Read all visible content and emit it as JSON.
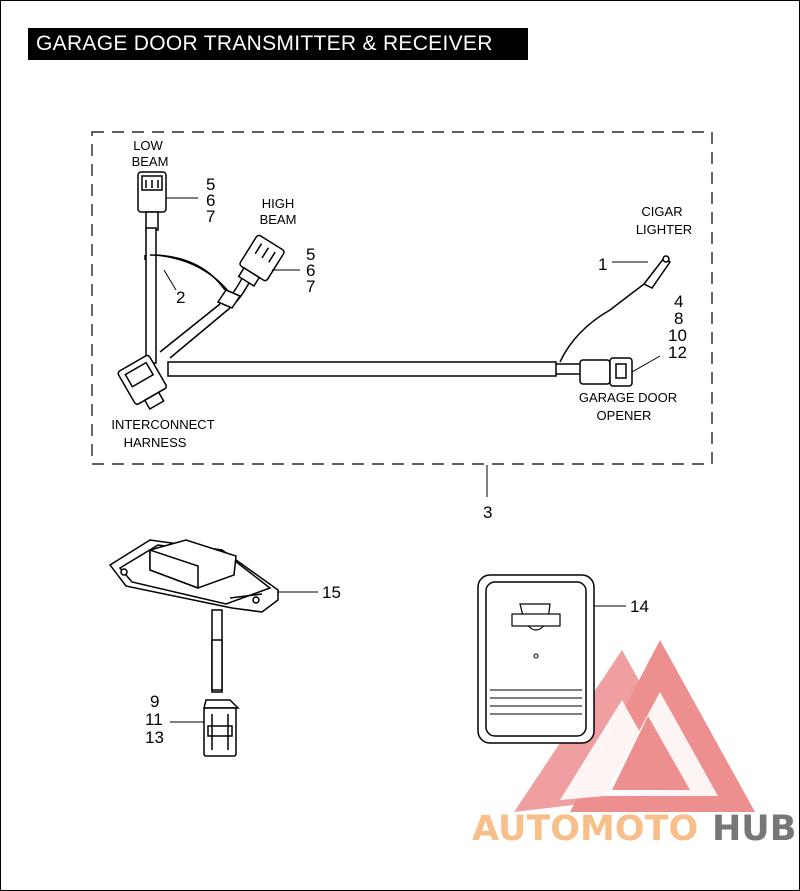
{
  "title": "GARAGE DOOR TRANSMITTER & RECEIVER",
  "labels": {
    "low_beam_1": "LOW",
    "low_beam_2": "BEAM",
    "high_beam_1": "HIGH",
    "high_beam_2": "BEAM",
    "cigar_1": "CIGAR",
    "cigar_2": "LIGHTER",
    "interconnect_1": "INTERCONNECT",
    "interconnect_2": "HARNESS",
    "garage_1": "GARAGE DOOR",
    "garage_2": "OPENER"
  },
  "callouts": {
    "low_beam": [
      "5",
      "6",
      "7"
    ],
    "high_beam": [
      "5",
      "6",
      "7"
    ],
    "harness": "2",
    "cigar": "1",
    "opener": [
      "4",
      "8",
      "10",
      "12"
    ],
    "kit": "3",
    "receiver": "15",
    "receiver_connector": [
      "9",
      "11",
      "13"
    ],
    "transmitter": "14"
  },
  "watermark": {
    "part1": "AUTOMOTO",
    "part2": "HUB",
    "color_accent": "#f7c08a",
    "color_dark": "#777777",
    "color_logo": "#e87070"
  }
}
